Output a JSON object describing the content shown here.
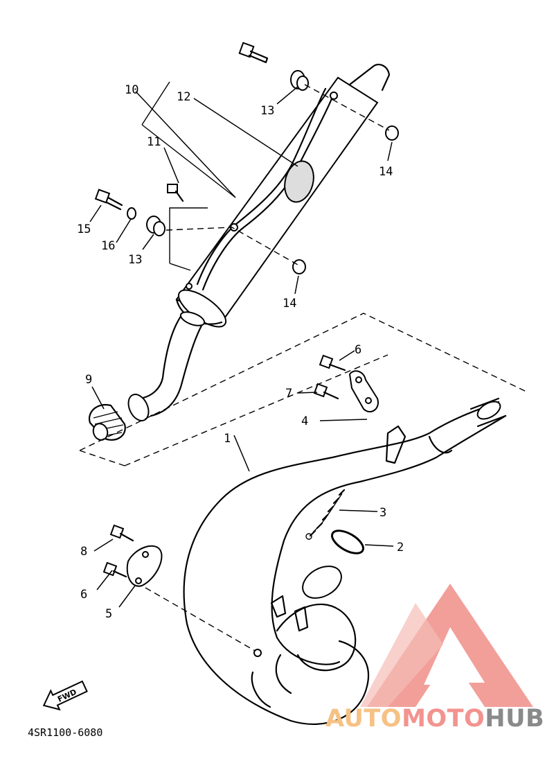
{
  "diagram": {
    "part_code": "4SR1100-6080",
    "fwd_label": "FWD",
    "callouts": {
      "c1": "1",
      "c2": "2",
      "c3": "3",
      "c4": "4",
      "c5": "5",
      "c6a": "6",
      "c6b": "6",
      "c7": "7",
      "c8": "8",
      "c9": "9",
      "c10": "10",
      "c11": "11",
      "c12": "12",
      "c13a": "13",
      "c13b": "13",
      "c14a": "14",
      "c14b": "14",
      "c15": "15",
      "c16": "16"
    }
  },
  "watermark": {
    "word_part1": "AUTO",
    "word_part2": "MOTO",
    "word_part3": "HUB",
    "colors": {
      "auto": "#f6c183",
      "moto": "#f2938f",
      "hub": "#8a8a8a",
      "logo": "#f08f89"
    }
  }
}
